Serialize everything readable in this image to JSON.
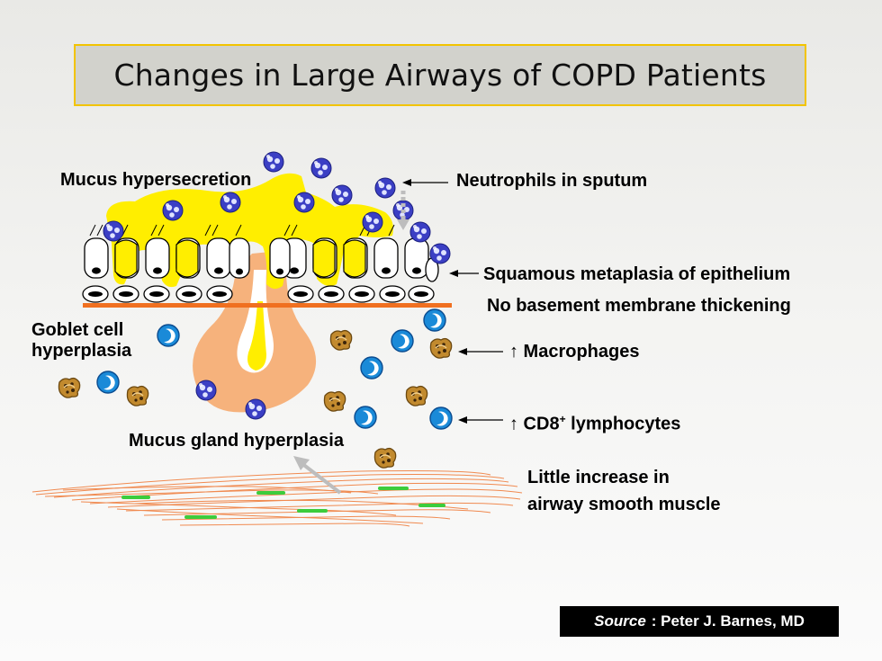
{
  "title": "Changes in Large Airways of COPD Patients",
  "labels": {
    "mucus_hypersecretion": "Mucus hypersecretion",
    "neutrophils": "Neutrophils in sputum",
    "squamous": "Squamous metaplasia of epithelium",
    "basement": "No basement membrane thickening",
    "goblet_line1": "Goblet cell",
    "goblet_line2": "hyperplasia",
    "macrophages": "↑ Macrophages",
    "cd8_prefix": "↑ CD8",
    "cd8_sup": "+",
    "cd8_suffix": " lymphocytes",
    "gland": "Mucus gland hyperplasia",
    "muscle_line1": "Little increase in",
    "muscle_line2": "airway smooth muscle"
  },
  "source": {
    "label": "Source",
    "text": ": Peter J. Barnes, MD"
  },
  "colors": {
    "title_bg": "#d2d2cc",
    "title_border": "#f2c400",
    "mucus": "#ffee00",
    "gland": "#f6b27c",
    "basement": "#f07020",
    "neutrophil": "#3b3fc4",
    "lymphocyte": "#1a8ad8",
    "macrophage": "#c28a2e",
    "muscle": "#f08a50",
    "muscle_nucleus": "#3ccc3c"
  },
  "icons": [
    "neutrophil-icon",
    "lymphocyte-icon",
    "macrophage-icon",
    "epithelial-cell-icon",
    "muscle-fiber-icon"
  ]
}
